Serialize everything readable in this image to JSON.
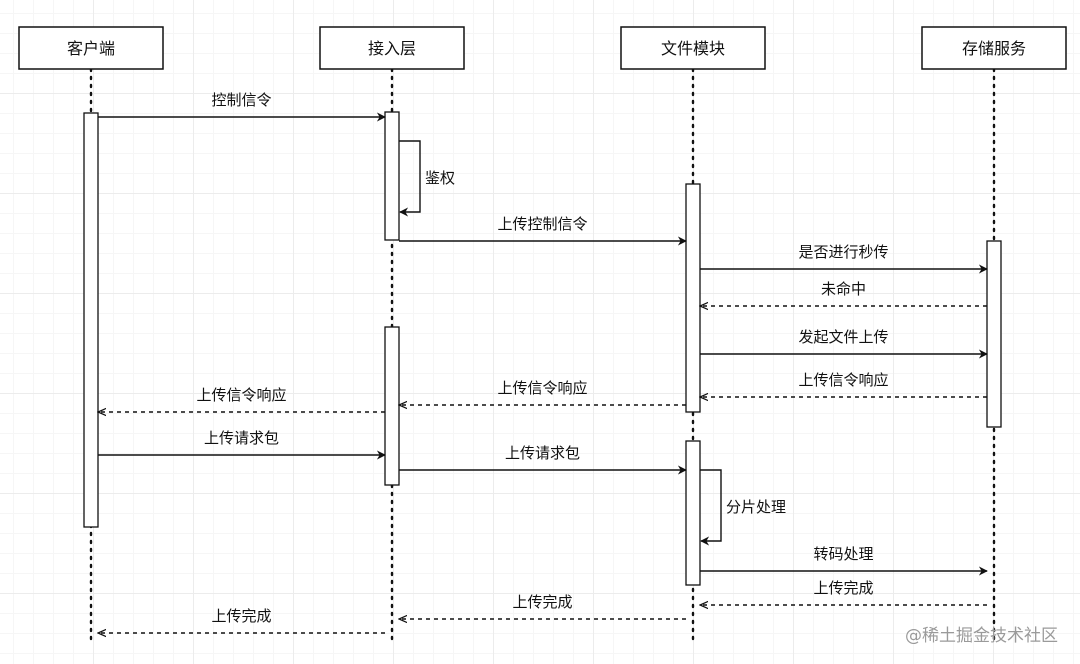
{
  "participants": [
    {
      "id": "client",
      "label": "客户端"
    },
    {
      "id": "access",
      "label": "接入层"
    },
    {
      "id": "file",
      "label": "文件模块"
    },
    {
      "id": "storage",
      "label": "存储服务"
    }
  ],
  "messages": [
    {
      "from": "client",
      "to": "access",
      "label": "控制信令",
      "style": "solid"
    },
    {
      "from": "access",
      "to": "access",
      "label": "鉴权",
      "style": "self"
    },
    {
      "from": "access",
      "to": "file",
      "label": "上传控制信令",
      "style": "solid"
    },
    {
      "from": "file",
      "to": "storage",
      "label": "是否进行秒传",
      "style": "solid"
    },
    {
      "from": "storage",
      "to": "file",
      "label": "未命中",
      "style": "dashed"
    },
    {
      "from": "file",
      "to": "storage",
      "label": "发起文件上传",
      "style": "solid"
    },
    {
      "from": "storage",
      "to": "file",
      "label": "上传信令响应",
      "style": "dashed"
    },
    {
      "from": "file",
      "to": "access",
      "label": "上传信令响应",
      "style": "dashed"
    },
    {
      "from": "access",
      "to": "client",
      "label": "上传信令响应",
      "style": "dashed"
    },
    {
      "from": "client",
      "to": "access",
      "label": "上传请求包",
      "style": "solid"
    },
    {
      "from": "access",
      "to": "file",
      "label": "上传请求包",
      "style": "solid"
    },
    {
      "from": "file",
      "to": "file",
      "label": "分片处理",
      "style": "self"
    },
    {
      "from": "file",
      "to": "storage",
      "label": "转码处理",
      "style": "solid"
    },
    {
      "from": "storage",
      "to": "file",
      "label": "上传完成",
      "style": "dashed"
    },
    {
      "from": "file",
      "to": "access",
      "label": "上传完成",
      "style": "dashed"
    },
    {
      "from": "access",
      "to": "client",
      "label": "上传完成",
      "style": "dashed"
    }
  ],
  "watermark": "@稀土掘金技术社区",
  "colors": {
    "line": "#111111",
    "box_fill": "#ffffff"
  }
}
